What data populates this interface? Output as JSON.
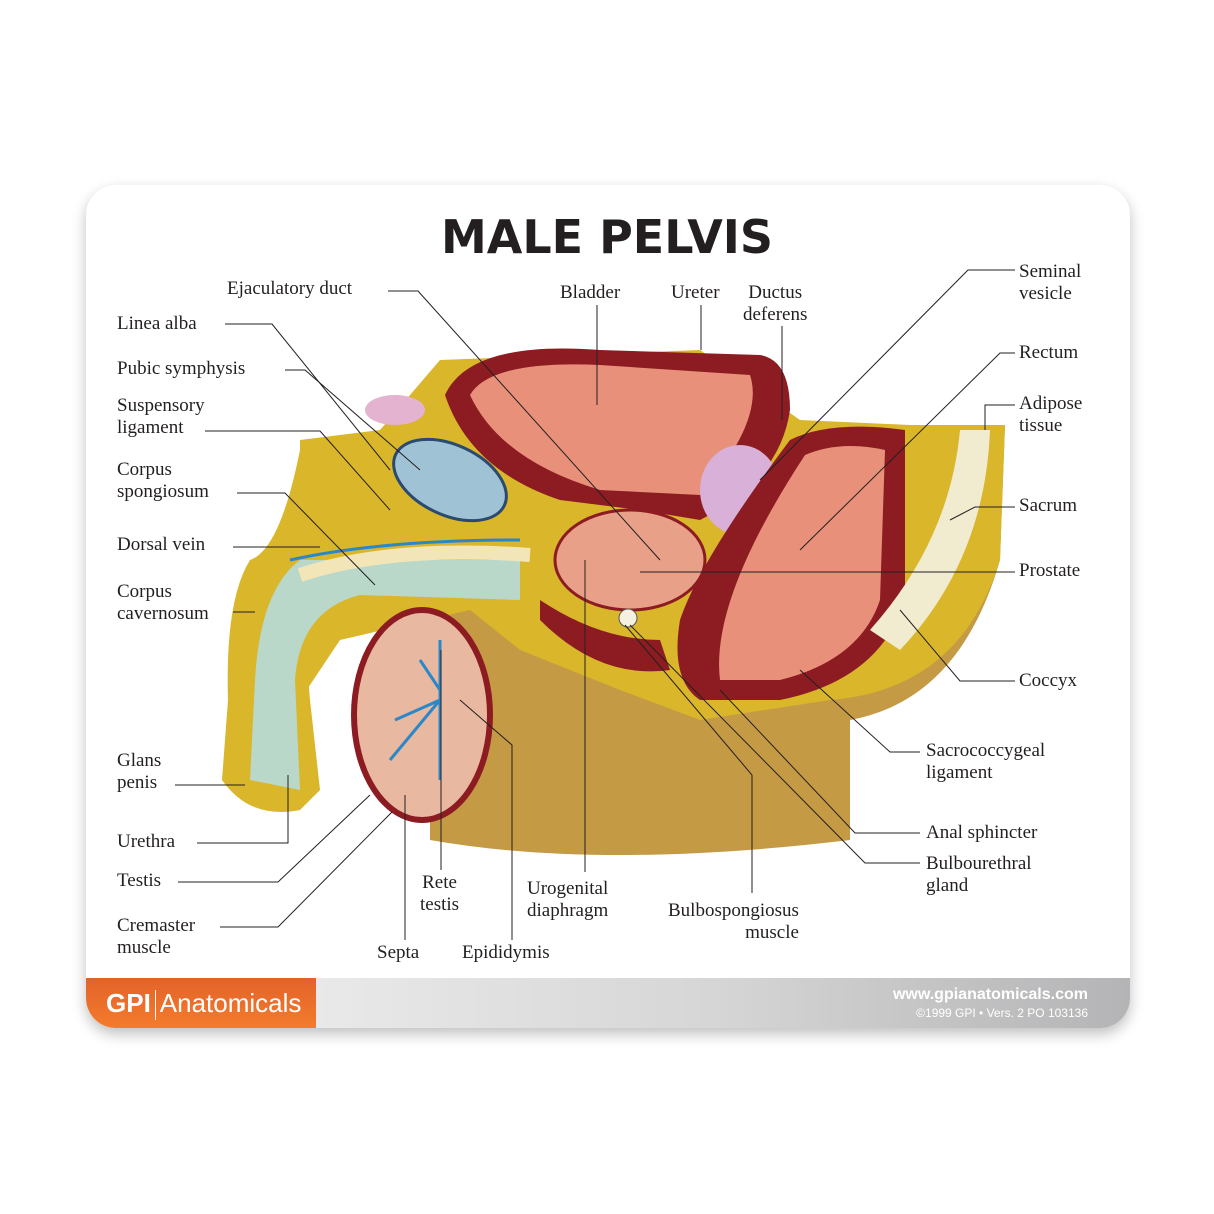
{
  "title": "MALE PELVIS",
  "labels": {
    "ejaculatory_duct": "Ejaculatory duct",
    "linea_alba": "Linea alba",
    "pubic_symphysis": "Pubic symphysis",
    "suspensory_ligament": "Suspensory\nligament",
    "corpus_spongiosum": "Corpus\nspongiosum",
    "dorsal_vein": "Dorsal vein",
    "corpus_cavernosum": "Corpus\ncavernosum",
    "glans_penis": "Glans\npenis",
    "urethra": "Urethra",
    "testis": "Testis",
    "cremaster_muscle": "Cremaster\nmuscle",
    "septa": "Septa",
    "rete_testis": "Rete\ntestis",
    "epididymis": "Epididymis",
    "urogenital_diaphragm": "Urogenital\ndiaphragm",
    "bladder": "Bladder",
    "ureter": "Ureter",
    "ductus_deferens": "Ductus\ndeferens",
    "bulbospongiosus_muscle": "Bulbospongiosus\nmuscle",
    "seminal_vesicle": "Seminal\nvesicle",
    "rectum": "Rectum",
    "adipose_tissue": "Adipose\ntissue",
    "sacrum": "Sacrum",
    "prostate": "Prostate",
    "coccyx": "Coccyx",
    "sacrococcygeal_ligament": "Sacrococcygeal\nligament",
    "anal_sphincter": "Anal sphincter",
    "bulbourethral_gland": "Bulbourethral\ngland"
  },
  "footer": {
    "logo_gpi": "GPI",
    "logo_anatomicals": "Anatomicals",
    "url": "www.gpianatomicals.com",
    "copyright": "©1999 GPI • Vers. 2 PO 103136"
  },
  "colors": {
    "footer_orange": "#f47b2c",
    "fat_yellow": "#d9b62a",
    "base_tan": "#c49a45",
    "muscle_red": "#8c1c22",
    "tissue_pink": "#e8907a"
  }
}
